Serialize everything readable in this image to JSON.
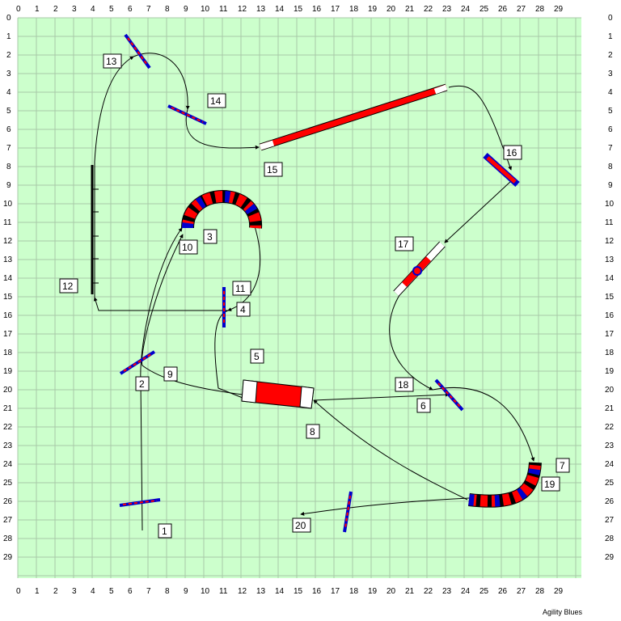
{
  "grid": {
    "x_labels": [
      "0",
      "1",
      "2",
      "3",
      "4",
      "5",
      "6",
      "7",
      "8",
      "9",
      "10",
      "11",
      "12",
      "13",
      "14",
      "15",
      "16",
      "17",
      "18",
      "19",
      "20",
      "21",
      "22",
      "23",
      "24",
      "25",
      "26",
      "27",
      "28",
      "29"
    ],
    "y_labels": [
      "0",
      "1",
      "2",
      "3",
      "4",
      "5",
      "6",
      "7",
      "8",
      "9",
      "10",
      "11",
      "12",
      "13",
      "14",
      "15",
      "16",
      "17",
      "18",
      "19",
      "20",
      "21",
      "22",
      "23",
      "24",
      "25",
      "26",
      "27",
      "28",
      "29"
    ],
    "field_color": "#ccffcc",
    "line_color": "#a8c8a8"
  },
  "colors": {
    "red": "#ff0000",
    "blue": "#0000cc",
    "path": "#000000"
  },
  "numbers": [
    "1",
    "2",
    "3",
    "4",
    "5",
    "6",
    "7",
    "8",
    "9",
    "10",
    "11",
    "12",
    "13",
    "14",
    "15",
    "16",
    "17",
    "18",
    "19",
    "20"
  ],
  "credit": "Agility Blues"
}
